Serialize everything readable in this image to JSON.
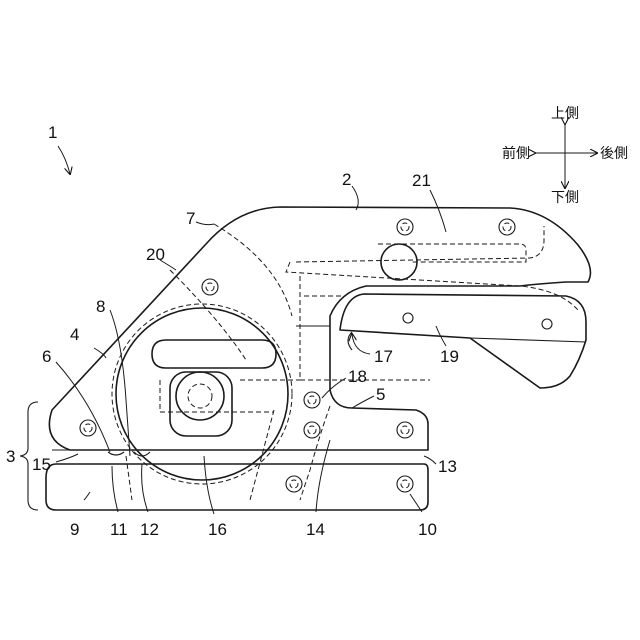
{
  "figure": {
    "reference_labels": [
      "1",
      "2",
      "21",
      "7",
      "20",
      "4",
      "8",
      "6",
      "3",
      "15",
      "9",
      "11",
      "12",
      "16",
      "14",
      "10",
      "13",
      "5",
      "18",
      "17",
      "19"
    ],
    "directions": {
      "up": "上側",
      "front": "前側",
      "back": "後側",
      "down": "下側"
    }
  }
}
